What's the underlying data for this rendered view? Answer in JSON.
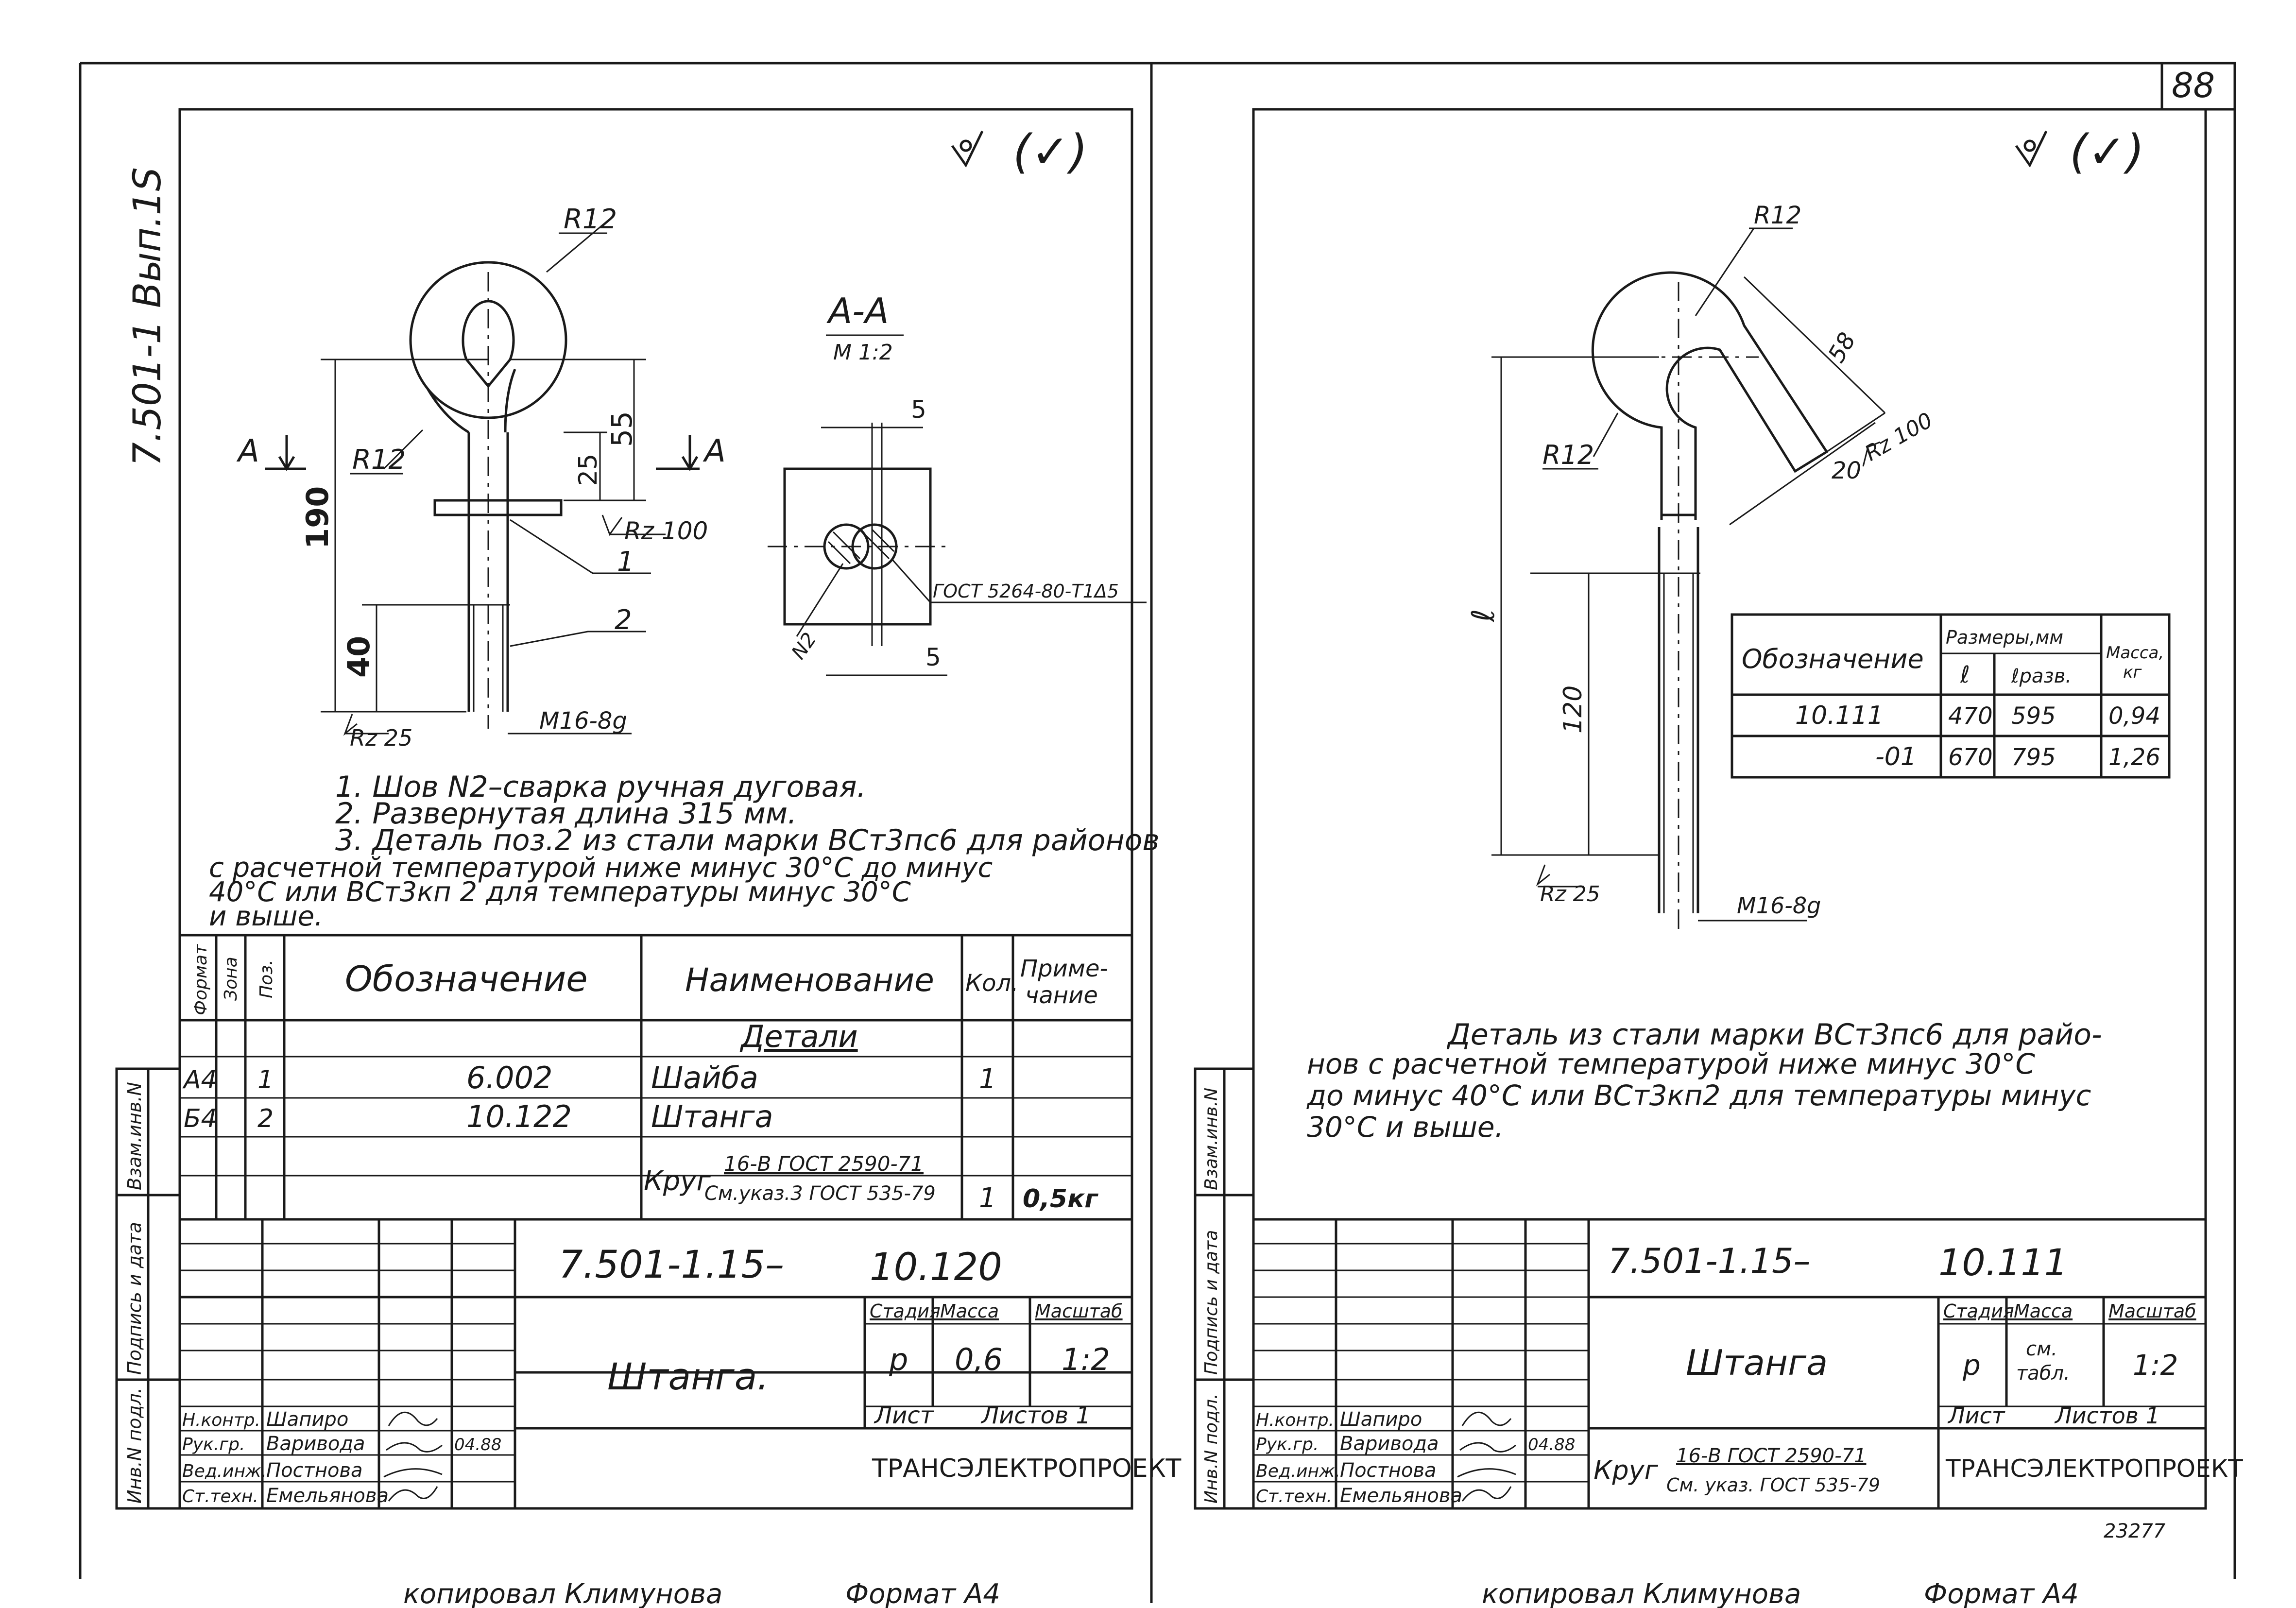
{
  "left": {
    "side_label": "7.501-1 Вып.1S",
    "surface_mark": "(✓)",
    "dims": {
      "r_top": "R12",
      "r_side": "R12",
      "d55": "55",
      "d25": "25",
      "d190": "190",
      "d40": "40",
      "rz100": "Rz 100",
      "rz25": "Rz 25",
      "thread": "M16-8g",
      "pos1": "1",
      "pos2": "2",
      "cut_a": "A",
      "cut_a2": "A"
    },
    "section": {
      "title": "A-A",
      "scale": "M 1:2",
      "d5a": "5",
      "d5b": "5",
      "n2": "N2",
      "weld": "ГОСТ 5264-80-Т1Δ5"
    },
    "notes": [
      "1. Шов N2–сварка ручная дуговая.",
      "2. Развернутая длина 315 мм.",
      "3. Деталь поз.2 из стали марки ВСт3пс6 для районов",
      "с расчетной температурой ниже минус 30°С до минус",
      "40°С или ВСт3кп 2  для температуры минус 30°С",
      "и выше."
    ],
    "spec": {
      "h_format": "Формат",
      "h_zone": "Зона",
      "h_pos": "Поз.",
      "h_designation": "Обозначение",
      "h_name": "Наименование",
      "h_qty": "Кол.",
      "h_note": "Приме-\nчание",
      "section_title": "Детали",
      "rows": [
        {
          "format": "А4",
          "pos": "1",
          "designation": "6.002",
          "name": "Шайба",
          "qty": "1",
          "note": ""
        },
        {
          "format": "Б4",
          "pos": "2",
          "designation": "10.122",
          "name": "Штанга",
          "qty": "",
          "note": ""
        }
      ],
      "material_label": "Круг",
      "material_top": "16-В ГОСТ 2590-71",
      "material_bottom": "См.указ.3 ГОСТ 535-79",
      "material_qty": "1",
      "material_note": "0,5кг"
    },
    "side_stamp": [
      "Взам.инв.N",
      "Подпись и дата",
      "Инв.N подл."
    ],
    "title_block": {
      "code": "7.501-1.15–",
      "number": "10.120",
      "name": "Штанга.",
      "stage_h": "Стадия",
      "mass_h": "Масса",
      "scale_h": "Масштаб",
      "stage": "р",
      "mass": "0,6",
      "scale": "1:2",
      "sheet": "Лист",
      "sheets": "Листов 1",
      "org": "ТРАНСЭЛЕКТРОПРОЕКТ",
      "roles": [
        "Н.контр.",
        "Рук.гр.",
        "Вед.инж.",
        "Ст.техн."
      ],
      "names": [
        "Шапиро",
        "Варивода",
        "Постнова",
        "Емельянова"
      ],
      "date": "04.88"
    },
    "footer_left": "копировал Климунова",
    "footer_right": "Формат А4"
  },
  "right": {
    "page_no": "88",
    "surface_mark": "(✓)",
    "dims": {
      "r_top": "R12",
      "r_side": "R12",
      "d58": "58",
      "d20": "20",
      "rz100": "Rz 100",
      "l": "ℓ",
      "d120": "120",
      "rz25": "Rz 25",
      "thread": "M16-8g"
    },
    "table": {
      "h_designation": "Обозначение",
      "h_sizes": "Размеры,мм",
      "h_l": "ℓ",
      "h_lrazv": "ℓразв.",
      "h_mass": "Масса,\nкг",
      "rows": [
        {
          "designation": "10.111",
          "l": "470",
          "lrazv": "595",
          "mass": "0,94"
        },
        {
          "designation": "-01",
          "l": "670",
          "lrazv": "795",
          "mass": "1,26"
        }
      ]
    },
    "notes": [
      "Деталь из стали марки ВСт3пс6 для райо-",
      "нов с расчетной температурой ниже минус 30°С",
      "до минус 40°С или ВСт3кп2 для температуры минус",
      "30°С и выше."
    ],
    "side_stamp": [
      "Взам.инв.N",
      "Подпись и дата",
      "Инв.N подл."
    ],
    "title_block": {
      "code": "7.501-1.15–",
      "number": "10.111",
      "name": "Штанга",
      "stage_h": "Стадия",
      "mass_h": "Масса",
      "scale_h": "Масштаб",
      "stage": "р",
      "mass": "см.\nтабл.",
      "scale": "1:2",
      "sheet": "Лист",
      "sheets": "Листов 1",
      "org": "ТРАНСЭЛЕКТРОПРОЕКТ",
      "material_label": "Круг",
      "material_top": "16-В ГОСТ 2590-71",
      "material_bottom": "См. указ. ГОСТ 535-79",
      "roles": [
        "Н.контр.",
        "Рук.гр.",
        "Вед.инж.",
        "Ст.техн."
      ],
      "names": [
        "Шапиро",
        "Варивода",
        "Постнова",
        "Емельянова"
      ],
      "date": "04.88"
    },
    "stamp_no": "23277",
    "footer_left": "копировал Климунова",
    "footer_right": "Формат А4"
  }
}
